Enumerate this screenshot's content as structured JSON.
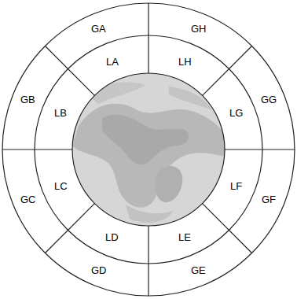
{
  "diagram": {
    "nodes": [
      {
        "text": [
          "GA"
        ]
      },
      {
        "text": [
          "GH"
        ]
      },
      {
        "text": [
          "LA"
        ]
      },
      {
        "text": [
          "LH"
        ]
      },
      {
        "text": [
          "GB"
        ]
      },
      {
        "text": [
          "LB"
        ]
      },
      {
        "text": [
          "LG"
        ]
      },
      {
        "text": [
          "GG"
        ]
      },
      {
        "text": [
          "GC"
        ]
      },
      {
        "text": [
          "LC"
        ]
      },
      {
        "text": [
          "LF"
        ]
      },
      {
        "text": [
          "GF"
        ]
      },
      {
        "text": [
          "LD"
        ]
      },
      {
        "text": [
          "LE"
        ]
      },
      {
        "text": [
          "GD"
        ]
      },
      {
        "text": [
          "GE"
        ]
      }
    ]
  }
}
